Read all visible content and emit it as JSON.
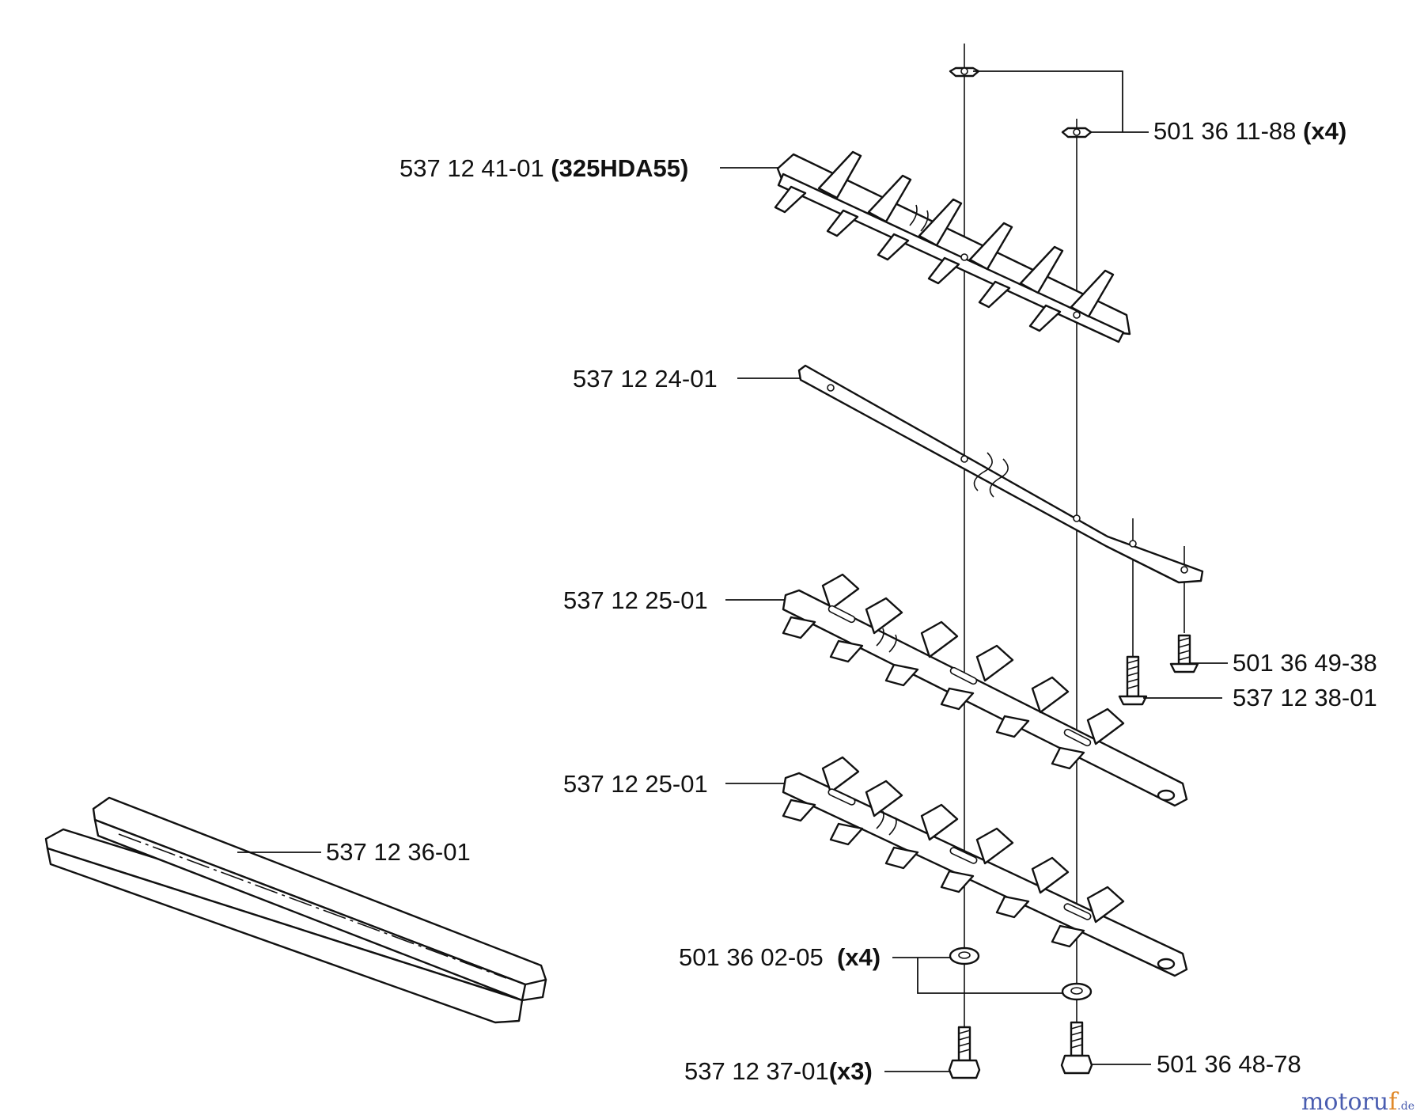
{
  "labels": {
    "nut": {
      "part": "501 36 11-88",
      "qty": "(x4)"
    },
    "upper_blade": {
      "part": "537 12 41-01",
      "note": "(325HDA55)"
    },
    "plate": {
      "part": "537 12 24-01"
    },
    "cutter_a": {
      "part": "537 12 25-01"
    },
    "cutter_b": {
      "part": "537 12 25-01"
    },
    "screw_small": {
      "part": "501 36 49-38"
    },
    "screw_long": {
      "part": "537 12 38-01"
    },
    "guard": {
      "part": "537 12 36-01"
    },
    "washer": {
      "part": "501 36 02-05",
      "qty": "(x4)"
    },
    "bolt_a": {
      "part": "537 12 37-01",
      "qty": "(x3)"
    },
    "bolt_b": {
      "part": "501 36 48-78"
    }
  },
  "watermark": {
    "brand_main": "motoru",
    "brand_accent": "f",
    "suffix": ".de"
  }
}
